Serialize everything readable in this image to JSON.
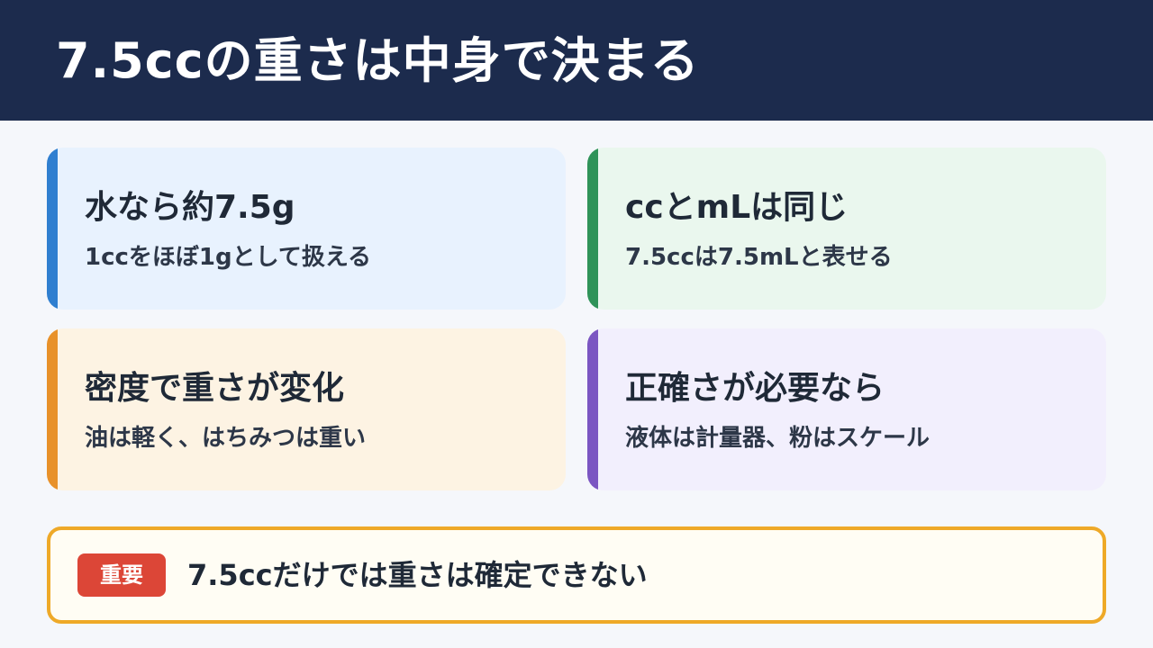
{
  "header": {
    "title": "7.5ccの重さは中身で決まる",
    "background_color": "#1c2b4d"
  },
  "cards": [
    {
      "title": "水なら約7.5g",
      "text": "1ccをほぼ1gとして扱える",
      "accent_color": "#2f7fd0",
      "background_color": "#e8f2fe"
    },
    {
      "title": "ccとmLは同じ",
      "text": "7.5ccは7.5mLと表せる",
      "accent_color": "#2f9359",
      "background_color": "#eaf7ee"
    },
    {
      "title": "密度で重さが変化",
      "text": "油は軽く、はちみつは重い",
      "accent_color": "#e8912a",
      "background_color": "#fdf3e3"
    },
    {
      "title": "正確さが必要なら",
      "text": "液体は計量器、粉はスケール",
      "accent_color": "#7b56c2",
      "background_color": "#f2effd"
    }
  ],
  "note": {
    "badge": "重要",
    "text": "7.5ccだけでは重さは確定できない",
    "badge_color": "#dc4637",
    "border_color": "#eea928"
  }
}
